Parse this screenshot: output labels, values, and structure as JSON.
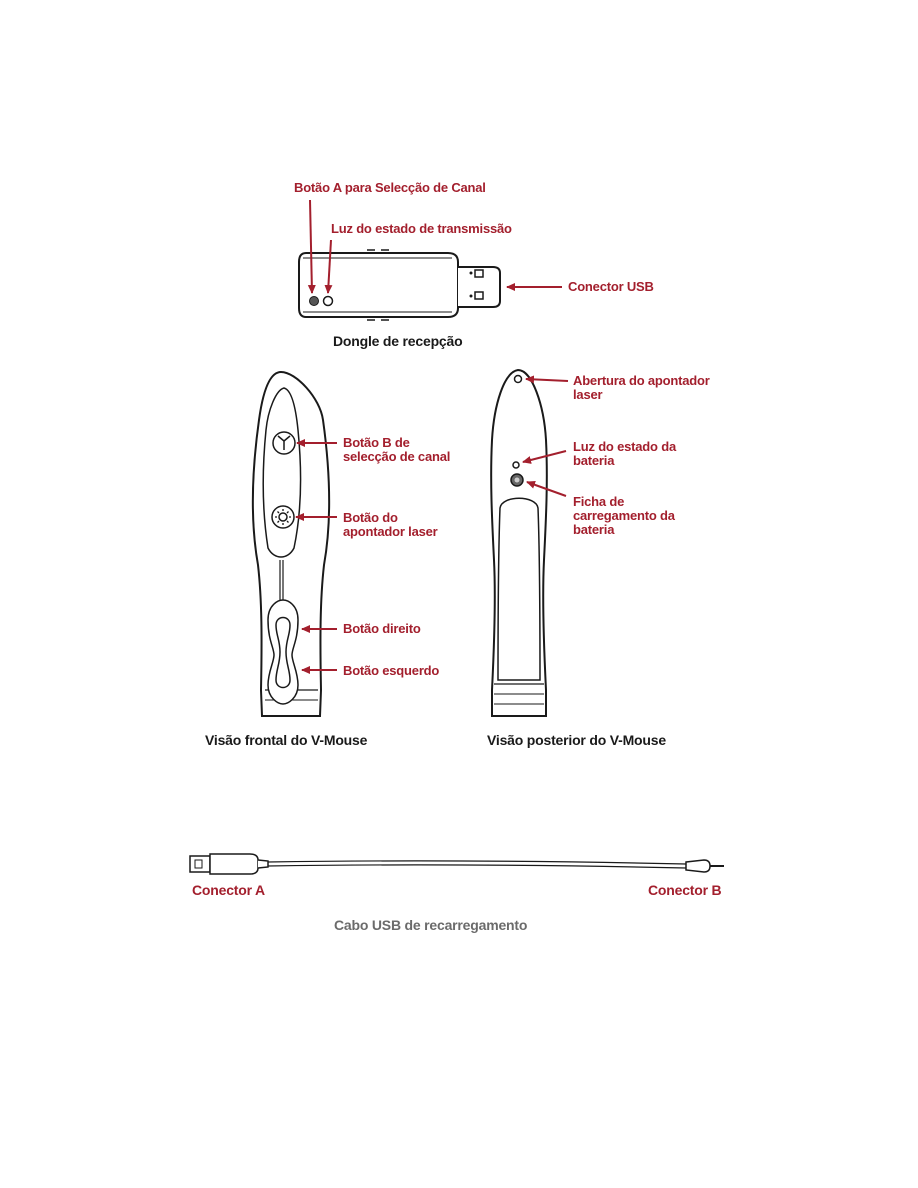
{
  "dongle": {
    "label_button_a": "Botão A para Selecção de Canal",
    "label_transmission_light": "Luz do estado de transmissão",
    "label_usb_connector": "Conector USB",
    "caption": "Dongle de recepção"
  },
  "front_view": {
    "label_button_b_line1": "Botão B de",
    "label_button_b_line2": "selecção de canal",
    "label_laser_button_line1": "Botão do",
    "label_laser_button_line2": "apontador laser",
    "label_right_button": "Botão direito",
    "label_left_button": "Botão esquerdo",
    "caption": "Visão frontal do V-Mouse"
  },
  "rear_view": {
    "label_laser_opening_line1": "Abertura do apontador",
    "label_laser_opening_line2": "laser",
    "label_battery_light_line1": "Luz do estado da",
    "label_battery_light_line2": "bateria",
    "label_charging_jack_line1": "Ficha de",
    "label_charging_jack_line2": "carregamento da",
    "label_charging_jack_line3": "bateria",
    "caption": "Visão posterior do V-Mouse"
  },
  "cable": {
    "label_connector_a": "Conector A",
    "label_connector_b": "Conector B",
    "caption": "Cabo USB de recarregamento"
  },
  "colors": {
    "label_red": "#a31f2d",
    "outline": "#1a1a1a"
  }
}
